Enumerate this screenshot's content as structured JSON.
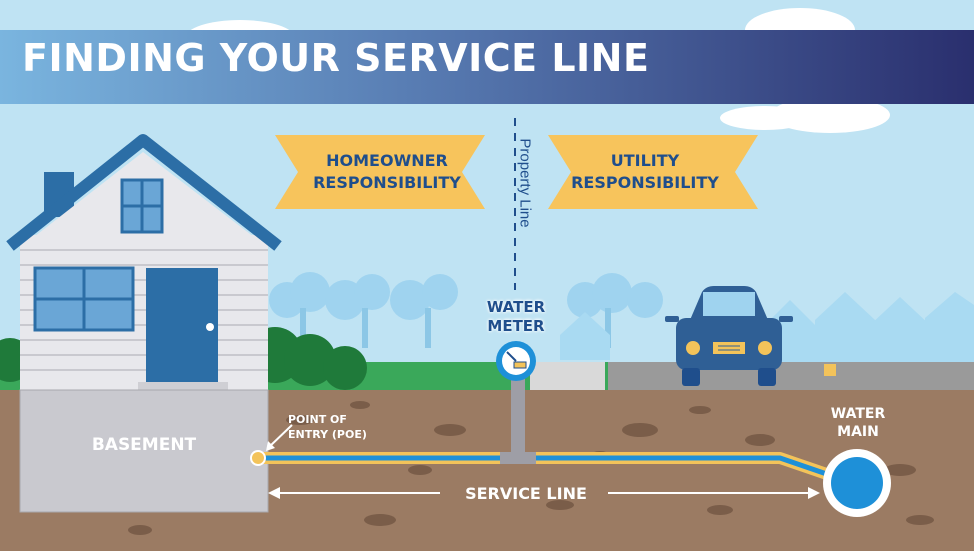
{
  "title": "FINDING YOUR SERVICE LINE",
  "responsibility": {
    "homeowner_line1": "HOMEOWNER",
    "homeowner_line2": "RESPONSIBILITY",
    "utility_line1": "UTILITY",
    "utility_line2": "RESPONSIBILITY"
  },
  "property_line": "Property Line",
  "water_meter": {
    "line1": "WATER",
    "line2": "METER"
  },
  "basement": "BASEMENT",
  "poe": {
    "line1": "POINT OF",
    "line2": "ENTRY (POE)"
  },
  "service_line": "SERVICE LINE",
  "water_main": {
    "line1": "WATER",
    "line2": "MAIN"
  },
  "colors": {
    "sky": "#bfe3f3",
    "banner_dark": "#2a2f6e",
    "banner_light": "#6aa6d6",
    "ribbon": "#f7c45c",
    "soil": "#9b7b63",
    "pipe_blue": "#1e90d8",
    "pipe_yellow": "#f3c35a",
    "house_blue": "#2c6ea6",
    "car": "#2f5f95"
  }
}
